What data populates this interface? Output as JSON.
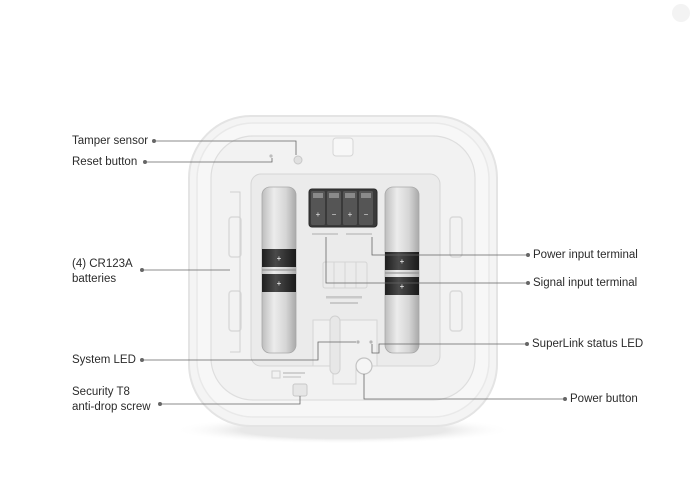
{
  "labels": {
    "tamper_sensor": "Tamper sensor",
    "reset_button": "Reset button",
    "batteries_line1": "(4) CR123A",
    "batteries_line2": "batteries",
    "system_led": "System LED",
    "security_screw_line1": "Security T8",
    "security_screw_line2": "anti-drop screw",
    "power_input_terminal": "Power input terminal",
    "signal_input_terminal": "Signal input terminal",
    "superlink_status_led": "SuperLink status LED",
    "power_button": "Power button"
  },
  "terminal_marks": [
    "+",
    "−",
    "+",
    "−"
  ],
  "battery_marks": [
    "+",
    "+",
    "+",
    "+"
  ],
  "colors": {
    "housing": "#f1f1f1",
    "housing_edge": "#e2e2e2",
    "battery_body": "#d4d4d4",
    "battery_band": "#2f2f2f",
    "terminal_block": "#3a3a3a",
    "leader_line": "#555555",
    "text": "#2b2b2b"
  }
}
